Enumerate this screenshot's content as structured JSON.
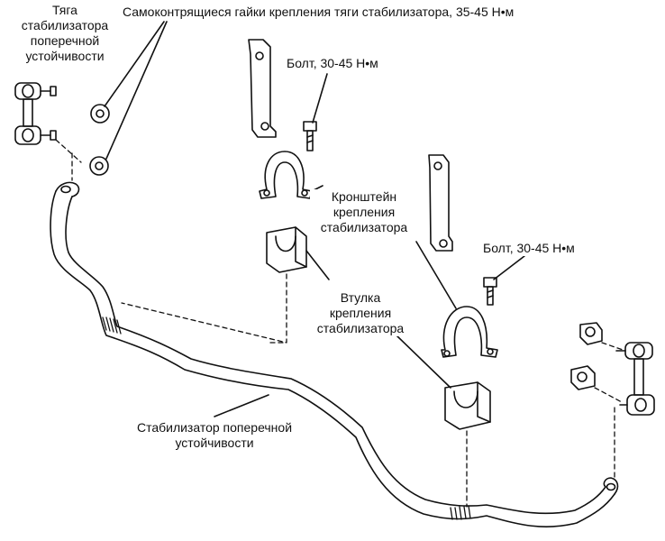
{
  "labels": {
    "link": "Тяга\nстабилизатора\nпоперечной\nустойчивости",
    "nuts": "Самоконтрящиеся гайки крепления тяги стабилизатора, 35-45 Н•м",
    "bolt_left": "Болт, 30-45 Н•м",
    "bolt_right": "Болт, 30-45 Н•м",
    "bracket": "Кронштейн\nкрепления\nстабилизатора",
    "bushing": "Втулка\nкрепления\nстабилизатора",
    "stabilizer": "Стабилизатор поперечной\nустойчивости"
  },
  "colors": {
    "ink": "#111111",
    "paper": "#ffffff"
  }
}
